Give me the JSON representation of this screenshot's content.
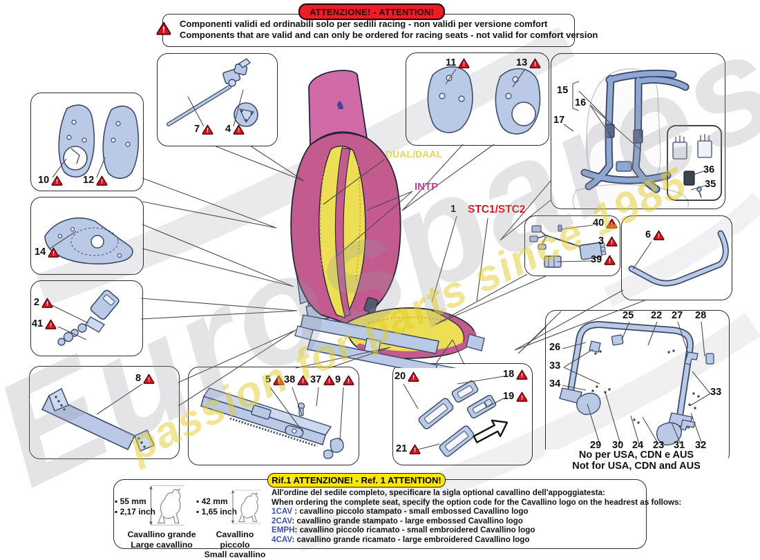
{
  "banner": {
    "title": "ATTENZIONE! - ATTENTION!",
    "line_it": "Componenti validi ed ordinabili solo per sedili  racing - non validi per versione  comfort",
    "line_en": "Components that are valid and can only be ordered for racing  seats - not valid for comfort version"
  },
  "watermark": {
    "brand": "Eurospares",
    "tagline": "passion for parts since 1985"
  },
  "seat_labels": {
    "dual": "DUAL/DAAL",
    "intp": "INTP",
    "stc": "STC1/STC2"
  },
  "callouts": {
    "c1": "1",
    "c2": "2",
    "c3": "3",
    "c4": "4",
    "c5": "5",
    "c6": "6",
    "c7": "7",
    "c8": "8",
    "c9": "9",
    "c10": "10",
    "c11": "11",
    "c12": "12",
    "c13": "13",
    "c14": "14",
    "c15": "15",
    "c16": "16",
    "c17": "17",
    "c18": "18",
    "c19": "19",
    "c20": "20",
    "c21": "21",
    "c22": "22",
    "c23": "23",
    "c24": "24",
    "c25": "25",
    "c26": "26",
    "c27": "27",
    "c28": "28",
    "c29": "29",
    "c30": "30",
    "c31": "31",
    "c32": "32",
    "c33": "33",
    "c34": "34",
    "c35": "35",
    "c36": "36",
    "c37": "37",
    "c38": "38",
    "c39": "39",
    "c40": "40",
    "c41": "41"
  },
  "rollbar_note": {
    "line_it": "No per USA, CDN e AUS",
    "line_en": "Not for USA, CDN and AUS"
  },
  "rif1": {
    "title": "Rif.1 ATTENZIONE! - Ref. 1 ATTENTION!",
    "line_it": "All'ordine del sedile completo, specificare la sigla optional cavallino dell'appoggiatesta:",
    "line_en": "When ordering the complete seat, specify the option code for the Cavallino logo on the headrest as follows:",
    "options": [
      {
        "code": "1CAV",
        "desc": " : cavallino piccolo stampato - small embossed Cavallino logo"
      },
      {
        "code": "2CAV",
        "desc": ": cavallino grande stampato - large embossed Cavallino logo"
      },
      {
        "code": "EMPH",
        "desc": ": cavallino piccolo ricamato - small embroidered Cavallino logo"
      },
      {
        "code": "4CAV",
        "desc": ": cavallino grande ricamato - large embroidered Cavallino logo"
      }
    ],
    "large_horse": {
      "dim_mm": "▪ 55 mm",
      "dim_in": "▪ 2,17  inch",
      "label_it": "Cavallino grande",
      "label_en": "Large cavallino"
    },
    "small_horse": {
      "dim_mm": "▪ 42 mm",
      "dim_in": "▪ 1,65  inch",
      "label_it": "Cavallino piccolo",
      "label_en": "Small cavallino"
    }
  },
  "colors": {
    "attention_red": "#ee1c25",
    "rif1_yellow": "#ffe600",
    "part_fill": "#b9c9e6",
    "part_stroke": "#3a4a6b",
    "seat_magenta": "#c35b8e",
    "seat_headrest_pink": "#d06ba8",
    "seat_yellow": "#ecdf55",
    "code_blue": "#3d4db7",
    "label_yellow": "#e4d44a",
    "label_magenta": "#cb3d96",
    "label_red": "#e01319"
  }
}
